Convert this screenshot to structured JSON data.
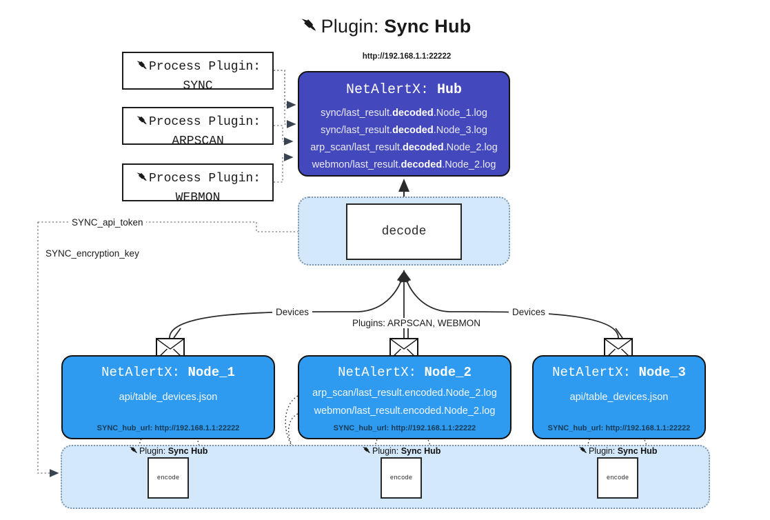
{
  "title": {
    "icon": "plug-icon",
    "prefix": "Plugin:",
    "name": "Sync Hub"
  },
  "process_plugins": [
    {
      "line1": "Process Plugin:",
      "line2": "SYNC",
      "icon": "plug-icon"
    },
    {
      "line1": "Process Plugin:",
      "line2": "ARPSCAN",
      "icon": "plug-icon"
    },
    {
      "line1": "Process Plugin:",
      "line2": "WEBMON",
      "icon": "plug-icon"
    }
  ],
  "hub": {
    "url": "http://192.168.1.1:22222",
    "title_prefix": "NetAlertX:",
    "title_name": "Hub",
    "logs": [
      {
        "pre": "sync/last_result.",
        "em": "decoded",
        "post": ".Node_1.log"
      },
      {
        "pre": "sync/last_result.",
        "em": "decoded",
        "post": ".Node_3.log"
      },
      {
        "pre": "arp_scan/last_result.",
        "em": "decoded",
        "post": ".Node_2.log"
      },
      {
        "pre": "webmon/last_result.",
        "em": "decoded",
        "post": ".Node_2.log"
      }
    ]
  },
  "decode": {
    "label": "decode"
  },
  "tokens": {
    "api_token": "SYNC_api_token",
    "encryption_key": "SYNC_encryption_key"
  },
  "edge_labels": {
    "left_devices": "Devices",
    "right_devices": "Devices",
    "center_plugins": "Plugins: ARPSCAN, WEBMON"
  },
  "nodes": [
    {
      "title_prefix": "NetAlertX:",
      "title_name": "Node_1",
      "lines": [
        "api/table_devices.json"
      ],
      "footer": "SYNC_hub_url: http://192.168.1.1:22222",
      "envelope_icon": "envelope-icon"
    },
    {
      "title_prefix": "NetAlertX:",
      "title_name": "Node_2",
      "lines": [
        "arp_scan/last_result.encoded.Node_2.log",
        "webmon/last_result.encoded.Node_2.log"
      ],
      "footer": "SYNC_hub_url: http://192.168.1.1:22222",
      "envelope_icon": "envelope-icon"
    },
    {
      "title_prefix": "NetAlertX:",
      "title_name": "Node_3",
      "lines": [
        "api/table_devices.json"
      ],
      "footer": "SYNC_hub_url: http://192.168.1.1:22222",
      "envelope_icon": "envelope-icon"
    }
  ],
  "encoders": [
    {
      "caption_prefix": "Plugin:",
      "caption_name": "Sync Hub",
      "label": "encode",
      "icon": "plug-icon"
    },
    {
      "caption_prefix": "Plugin:",
      "caption_name": "Sync Hub",
      "label": "encode",
      "icon": "plug-icon"
    },
    {
      "caption_prefix": "Plugin:",
      "caption_name": "Sync Hub",
      "label": "encode",
      "icon": "plug-icon"
    }
  ],
  "colors": {
    "hub_bg": "#4448bd",
    "node_bg": "#2f9bf0",
    "group_bg": "#d4e8fb",
    "stroke": "#131313",
    "dotted": "#7d93a8"
  }
}
